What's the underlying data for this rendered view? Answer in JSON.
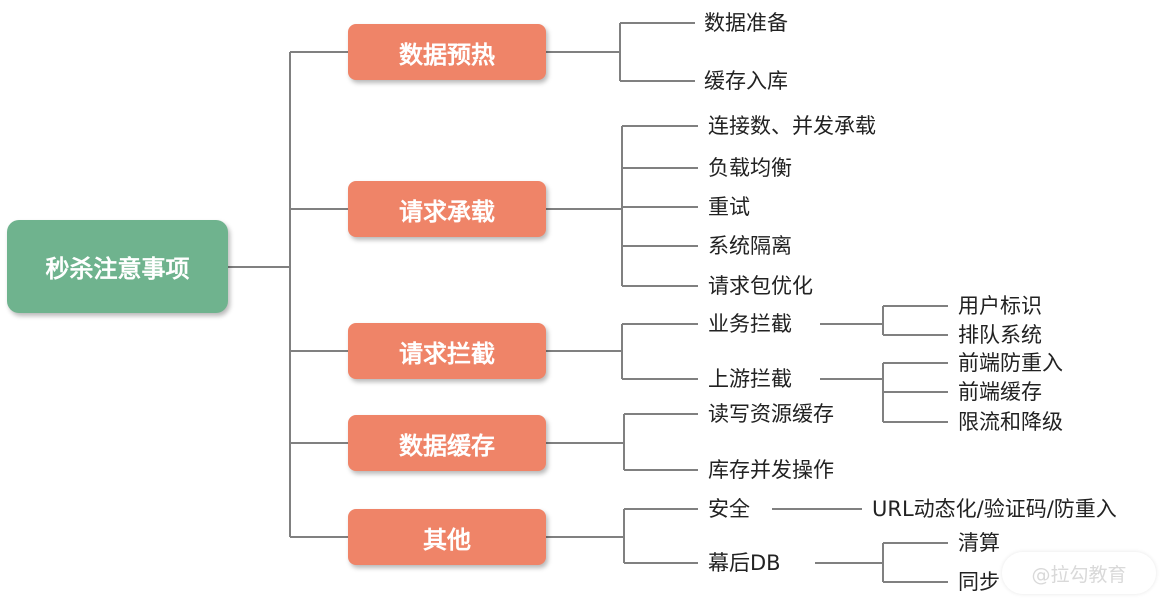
{
  "root": "秒杀注意事项",
  "categories": [
    {
      "label": "数据预热",
      "items": [
        {
          "label": "数据准备"
        },
        {
          "label": "缓存入库"
        }
      ]
    },
    {
      "label": "请求承载",
      "items": [
        {
          "label": "连接数、并发承载"
        },
        {
          "label": "负载均衡"
        },
        {
          "label": "重试"
        },
        {
          "label": "系统隔离"
        },
        {
          "label": "请求包优化"
        }
      ]
    },
    {
      "label": "请求拦截",
      "items": [
        {
          "label": "业务拦截",
          "children": [
            "用户标识",
            "排队系统"
          ]
        },
        {
          "label": "上游拦截",
          "children": [
            "前端防重入",
            "前端缓存",
            "限流和降级"
          ]
        }
      ]
    },
    {
      "label": "数据缓存",
      "items": [
        {
          "label": "读写资源缓存"
        },
        {
          "label": "库存并发操作"
        }
      ]
    },
    {
      "label": "其他",
      "items": [
        {
          "label": "安全",
          "children": [
            "URL动态化/验证码/防重入"
          ]
        },
        {
          "label": "幕后DB",
          "children": [
            "清算",
            "同步"
          ]
        }
      ]
    }
  ],
  "watermark": "@拉勾教育",
  "colors": {
    "root": "#6fb38e",
    "category": "#ef8468",
    "line": "#808080"
  }
}
